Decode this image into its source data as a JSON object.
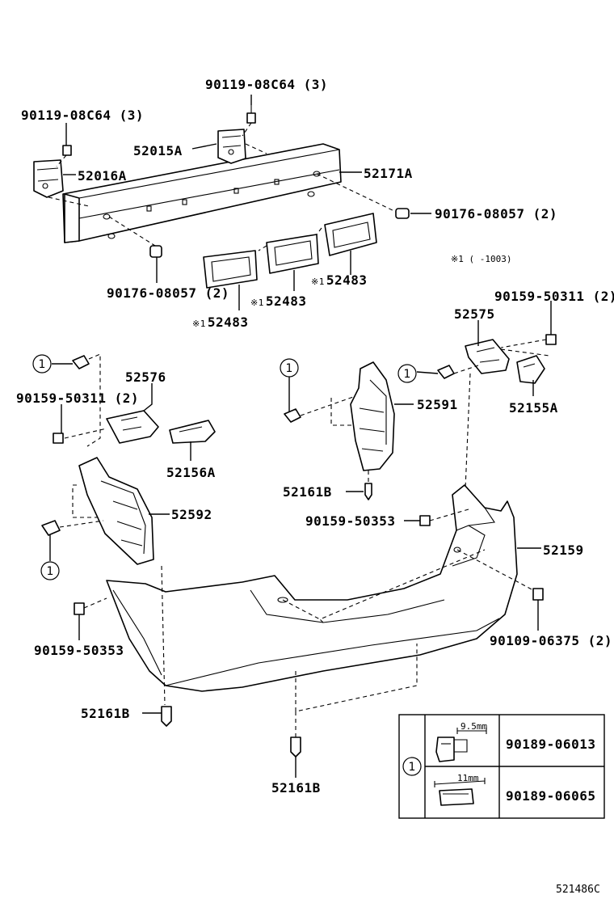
{
  "labels": {
    "bolt_center_top": "90119-08C64 (3)",
    "bolt_left_top": "90119-08C64 (3)",
    "bracket_center": "52015A",
    "bracket_left": "52016A",
    "reinforcement": "52171A",
    "nut_right": "90176-08057 (2)",
    "nut_left": "90176-08057 (2)",
    "absorber_right": "52483",
    "absorber_mid": "52483",
    "absorber_left": "52483",
    "note_mark": "※1 (    -1003)",
    "absorber_mark": "※1",
    "screw_right_top": "90159-50311 (2)",
    "bracket_r_upper": "52575",
    "retainer_right": "52155A",
    "bracket_l_upper": "52576",
    "screw_left_top": "90159-50311 (2)",
    "retainer_left": "52156A",
    "cover_right": "52591",
    "clip_center": "52161B",
    "screw_center": "90159-50353",
    "bumper_cover": "52159",
    "cover_left": "52592",
    "screw_left_low": "90159-50353",
    "screw_right_low": "90109-06375 (2)",
    "clip_left_low": "52161B",
    "clip_bottom": "52161B",
    "diagram_code": "521486C"
  },
  "callouts": {
    "ref": "1"
  },
  "table": {
    "ref": "1",
    "rows": [
      {
        "dim": "9.5mm",
        "part": "90189-06013"
      },
      {
        "dim": "11mm",
        "part": "90189-06065"
      }
    ]
  }
}
